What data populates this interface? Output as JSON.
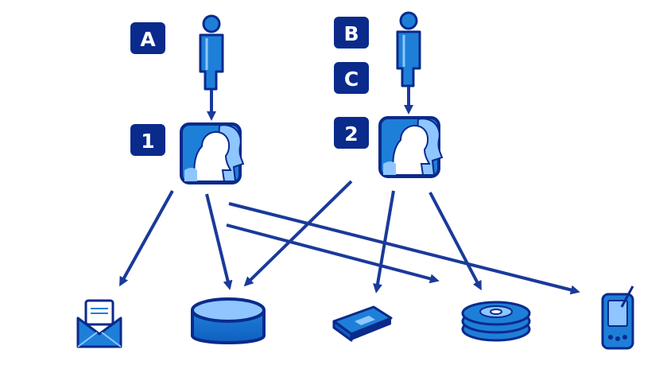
{
  "diagram": {
    "badges": {
      "a": "A",
      "b": "B",
      "c": "C",
      "one": "1",
      "two": "2"
    },
    "icons": {
      "user_left": "person-icon",
      "user_right": "person-icon",
      "group_left": "user-group-icon",
      "group_right": "user-group-icon",
      "mail": "mail-envelope-icon",
      "database": "database-cylinder-icon",
      "card": "smart-card-icon",
      "disks": "disk-stack-icon",
      "pda": "pda-device-icon"
    },
    "colors": {
      "navy": "#0a2a8c",
      "blue": "#1e7fd8",
      "light_blue": "#8fc6ff",
      "arrow": "#1a3a9a"
    }
  }
}
